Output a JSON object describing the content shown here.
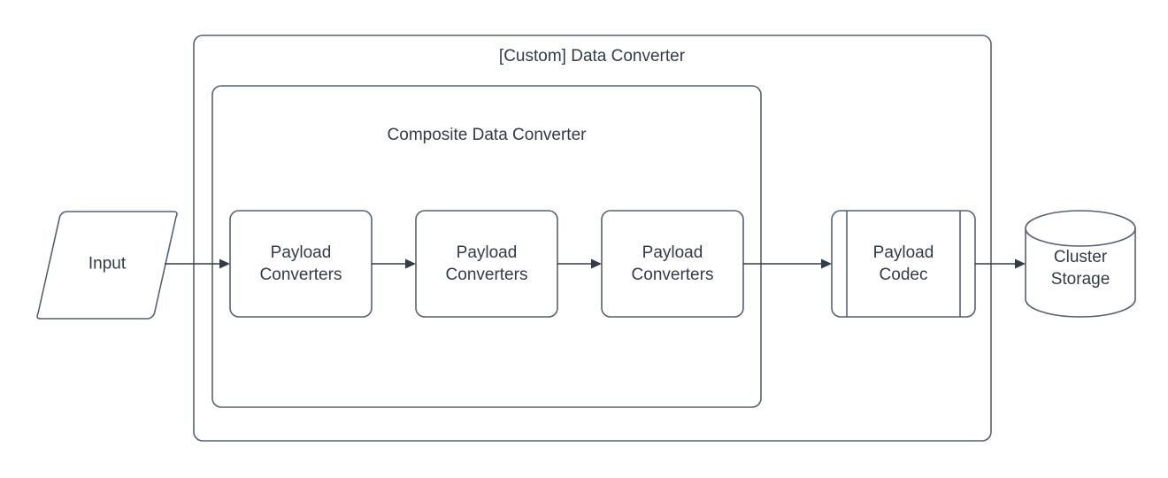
{
  "diagram": {
    "title_outer": "[Custom] Data Converter",
    "title_inner": "Composite Data Converter",
    "colors": {
      "shape_stroke": "#58616e",
      "connector": "#333b48",
      "text": "#333b48",
      "background": "#ffffff"
    },
    "nodes": {
      "input": {
        "label": "Input",
        "shape": "parallelogram"
      },
      "converter_1": {
        "label": "Payload\nConverters",
        "shape": "rounded-rectangle"
      },
      "converter_2": {
        "label": "Payload\nConverters",
        "shape": "rounded-rectangle"
      },
      "converter_3": {
        "label": "Payload\nConverters",
        "shape": "rounded-rectangle"
      },
      "payload_codec": {
        "label": "Payload\nCodec",
        "shape": "subroutine"
      },
      "cluster_storage": {
        "label": "Cluster\nStorage",
        "shape": "cylinder"
      }
    },
    "containers": {
      "outer": {
        "label": "[Custom] Data Converter",
        "shape": "rounded-rectangle"
      },
      "inner": {
        "label": "Composite Data Converter",
        "shape": "rounded-rectangle"
      }
    },
    "edges": [
      {
        "from": "input",
        "to": "converter_1"
      },
      {
        "from": "converter_1",
        "to": "converter_2"
      },
      {
        "from": "converter_2",
        "to": "converter_3"
      },
      {
        "from": "converter_3",
        "to": "payload_codec"
      },
      {
        "from": "payload_codec",
        "to": "cluster_storage"
      }
    ]
  }
}
